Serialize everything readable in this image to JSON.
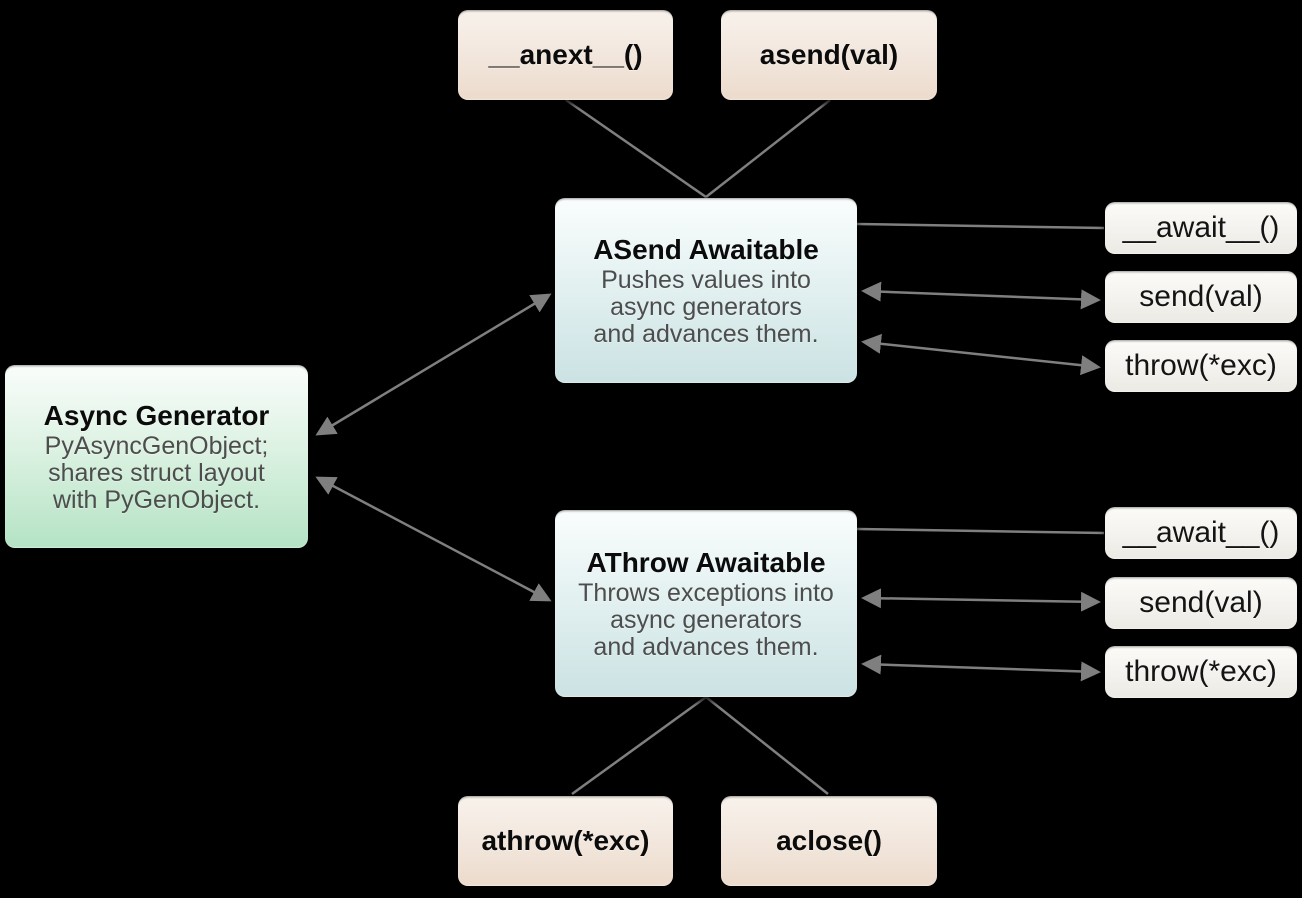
{
  "diagram": {
    "background_color": "#000000",
    "connector_color": "#7f7f7f",
    "colors": {
      "caller_method_box": "#ecdbcc",
      "generator_box": "#b4e3c4",
      "awaitable_box": "#cbe2e3",
      "awaitable_method_box": "#eceae4"
    },
    "nodes": {
      "anext": {
        "label": "__anext__()"
      },
      "asend": {
        "label": "asend(val)"
      },
      "asend_awaitable": {
        "title": "ASend Awaitable",
        "desc": [
          "Pushes values into",
          "async generators",
          "and advances them."
        ]
      },
      "async_generator": {
        "title": "Async Generator",
        "desc": [
          "PyAsyncGenObject;",
          "shares struct layout",
          "with PyGenObject."
        ]
      },
      "athrow_awaitable": {
        "title": "AThrow Awaitable",
        "desc": [
          "Throws exceptions into",
          "async generators",
          "and advances them."
        ]
      },
      "asend_methods": [
        "__await__()",
        "send(val)",
        "throw(*exc)"
      ],
      "athrow_methods": [
        "__await__()",
        "send(val)",
        "throw(*exc)"
      ],
      "athrow_call": {
        "label": "athrow(*exc)"
      },
      "aclose": {
        "label": "aclose()"
      }
    },
    "edges": [
      {
        "from": "__anext__()",
        "to": "ASend Awaitable",
        "style": "line"
      },
      {
        "from": "asend(val)",
        "to": "ASend Awaitable",
        "style": "line"
      },
      {
        "from": "Async Generator",
        "to": "ASend Awaitable",
        "style": "double-arrow"
      },
      {
        "from": "Async Generator",
        "to": "AThrow Awaitable",
        "style": "double-arrow"
      },
      {
        "from": "ASend Awaitable",
        "to": "__await__()",
        "style": "line"
      },
      {
        "from": "ASend Awaitable",
        "to": "send(val)",
        "style": "double-arrow"
      },
      {
        "from": "ASend Awaitable",
        "to": "throw(*exc)",
        "style": "double-arrow"
      },
      {
        "from": "AThrow Awaitable",
        "to": "__await__()",
        "style": "line"
      },
      {
        "from": "AThrow Awaitable",
        "to": "send(val)",
        "style": "double-arrow"
      },
      {
        "from": "AThrow Awaitable",
        "to": "throw(*exc)",
        "style": "double-arrow"
      },
      {
        "from": "AThrow Awaitable",
        "to": "athrow(*exc)",
        "style": "line"
      },
      {
        "from": "AThrow Awaitable",
        "to": "aclose()",
        "style": "line"
      }
    ]
  }
}
